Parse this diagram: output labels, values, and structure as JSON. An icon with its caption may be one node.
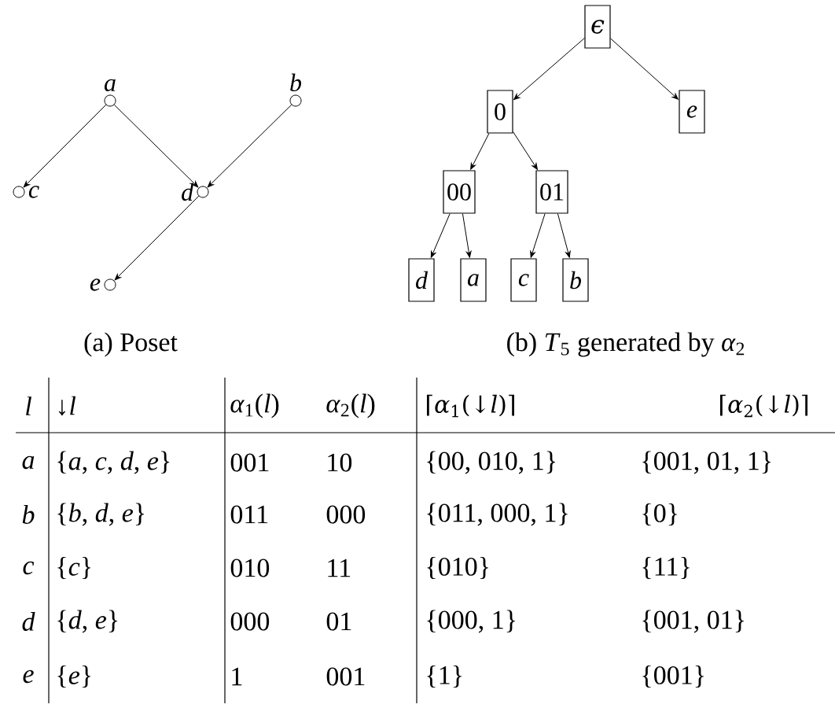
{
  "diagram": {
    "nodes": [
      {
        "text": [],
        "shape": "circle",
        "beside": [
          "a"
        ]
      },
      {
        "text": [],
        "shape": "circle",
        "beside": [
          "b"
        ]
      },
      {
        "text": [],
        "shape": "circle",
        "beside": [
          "c"
        ]
      },
      {
        "text": [],
        "shape": "circle",
        "beside": [
          "d"
        ]
      },
      {
        "text": [],
        "shape": "circle",
        "beside": [
          "e"
        ]
      },
      {
        "text": [
          "ϵ"
        ]
      },
      {
        "text": [
          "0"
        ]
      },
      {
        "text": [
          "e"
        ]
      },
      {
        "text": [
          "00"
        ]
      },
      {
        "text": [
          "01"
        ]
      },
      {
        "text": [
          "d"
        ]
      },
      {
        "text": [
          "a"
        ]
      },
      {
        "text": [
          "c"
        ]
      },
      {
        "text": [
          "b"
        ]
      }
    ],
    "edges": [
      {
        "from": 0,
        "to": 2,
        "arrow": "to"
      },
      {
        "from": 0,
        "to": 3,
        "arrow": "to"
      },
      {
        "from": 1,
        "to": 3,
        "arrow": "to"
      },
      {
        "from": 3,
        "to": 4,
        "arrow": "to"
      },
      {
        "from": 5,
        "to": 6,
        "arrow": "to"
      },
      {
        "from": 5,
        "to": 7,
        "arrow": "to"
      },
      {
        "from": 6,
        "to": 8,
        "arrow": "to"
      },
      {
        "from": 6,
        "to": 9,
        "arrow": "to"
      },
      {
        "from": 8,
        "to": 10,
        "arrow": "to"
      },
      {
        "from": 8,
        "to": 11,
        "arrow": "to"
      },
      {
        "from": 9,
        "to": 12,
        "arrow": "to"
      },
      {
        "from": 9,
        "to": 13,
        "arrow": "to"
      }
    ],
    "labels": [
      "(a) Poset",
      "(b) *T*$_{5}$ generated by *α*$_{2}$",
      "*l*",
      "↓*l*",
      "*α*$_{1}$(*l*)",
      "*α*$_{2}$(*l*)",
      "⌈*α*$_{1}$(↓*l*)⌉",
      "⌈*α*$_{2}$(↓*l*)⌉",
      "*a*",
      "{*a*, *c*, *d*, *e*}",
      "001",
      "10",
      "{00, 010, 1}",
      "{001, 01, 1}",
      "*b*",
      "{*b*, *d*, *e*}",
      "011",
      "000",
      "{011, 000, 1}",
      "{0}",
      "*c*",
      "{*c*}",
      "010",
      "11",
      "{010}",
      "{11}",
      "*d*",
      "{*d*, *e*}",
      "000",
      "01",
      "{000, 1}",
      "{001, 01}",
      "*e*",
      "{*e*}",
      "1",
      "001",
      "{1}",
      "{001}"
    ]
  }
}
